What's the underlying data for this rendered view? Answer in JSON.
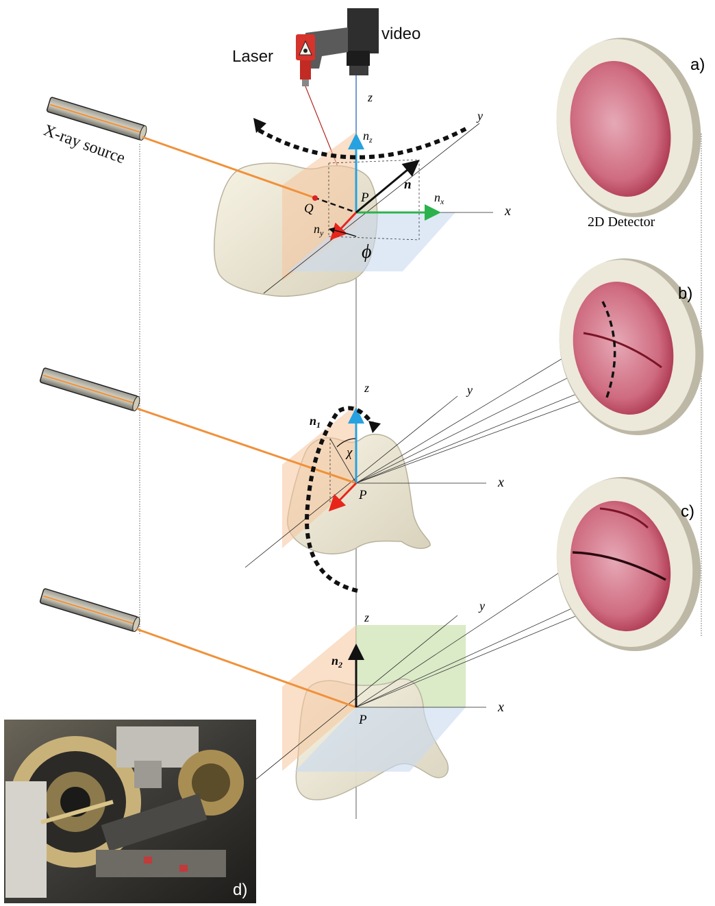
{
  "labels": {
    "laser": "Laser",
    "video": "video",
    "xray_source": "X-ray source",
    "detector": "2D Detector",
    "panel_a": "a)",
    "panel_b": "b)",
    "panel_c": "c)",
    "panel_d": "d)"
  },
  "scene_a": {
    "axis_z": "z",
    "axis_y": "y",
    "axis_x": "x",
    "nz": "n",
    "nz_sub": "z",
    "ny": "n",
    "ny_sub": "y",
    "nx": "n",
    "nx_sub": "x",
    "n": "n",
    "point_P": "P",
    "point_Q": "Q",
    "angle_phi": "ϕ"
  },
  "scene_b": {
    "axis_z": "z",
    "axis_y": "y",
    "axis_x": "x",
    "n1": "n",
    "n1_sub": "1",
    "angle_chi": "χ",
    "point_P": "P"
  },
  "scene_c": {
    "axis_z": "z",
    "axis_y": "y",
    "axis_x": "x",
    "n2": "n",
    "n2_sub": "2",
    "point_P": "P"
  },
  "colors": {
    "xray_beam": "#f0913a",
    "vector_red": "#e8251b",
    "vector_blue": "#27a2e0",
    "vector_green": "#2bb24c",
    "laser_beam": "#b3261e",
    "plane_orange": "#f6c59d",
    "plane_blue": "#c9daf0",
    "plane_green": "#cfe3b4",
    "tooth": "#eeeadb",
    "detector_face": "#c9506a",
    "detector_rim": "#e9e5d7"
  }
}
